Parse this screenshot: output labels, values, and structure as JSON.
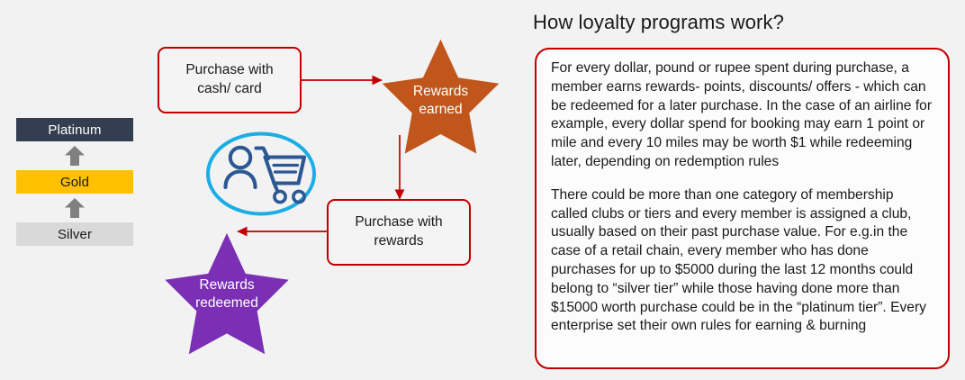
{
  "page": {
    "background_color": "#F2F2F2",
    "accent_red": "#C00000",
    "orange": "#C0561B",
    "purple": "#7B2FB5",
    "blue_circle": "#1CADE4",
    "blue_icon": "#2B5894"
  },
  "tiers": {
    "name": "loyalty-tier-ladder",
    "items": [
      {
        "label": "Platinum",
        "bg": "#333F50",
        "fg": "#FFFFFF"
      },
      {
        "label": "Gold",
        "bg": "#FFC000",
        "fg": "#1A1A1A"
      },
      {
        "label": "Silver",
        "bg": "#D9D9D9",
        "fg": "#1A1A1A"
      }
    ],
    "arrow_color": "#808080",
    "arrow_icon": "up-arrow-icon"
  },
  "flow": {
    "purchase_cash_box": {
      "line1": "Purchase with",
      "line2": "cash/ card"
    },
    "purchase_rewards_box": {
      "line1": "Purchase with",
      "line2": "rewards"
    },
    "rewards_earned_star": {
      "line1": "Rewards",
      "line2": "earned",
      "color": "#C0561B"
    },
    "rewards_redeemed_star": {
      "line1": "Rewards",
      "line2": "redeemed",
      "color": "#7B2FB5"
    },
    "customer_icon": {
      "name": "customer-shopping-cart-icon",
      "circle_color": "#1CADE4",
      "glyph_color": "#2B5894"
    },
    "connector_color": "#C00000"
  },
  "panel": {
    "heading": "How loyalty programs work?",
    "paragraphs": [
      "For every dollar, pound or rupee spent during purchase, a member earns rewards- points, discounts/ offers - which can be redeemed for a later purchase. In the case of an airline for example, every dollar spend for booking may earn 1 point or mile and every 10 miles may be worth $1 while redeeming later, depending on redemption rules",
      "There could be more than one category of membership called clubs or tiers and every member is assigned a club, usually based on their past purchase value. For e.g.in the case of a retail chain, every member who has done purchases for up to $5000 during the last 12 months could belong to “silver tier” while those having done more than $15000 worth purchase could be in the “platinum tier”. Every enterprise set their own rules for earning & burning"
    ]
  }
}
